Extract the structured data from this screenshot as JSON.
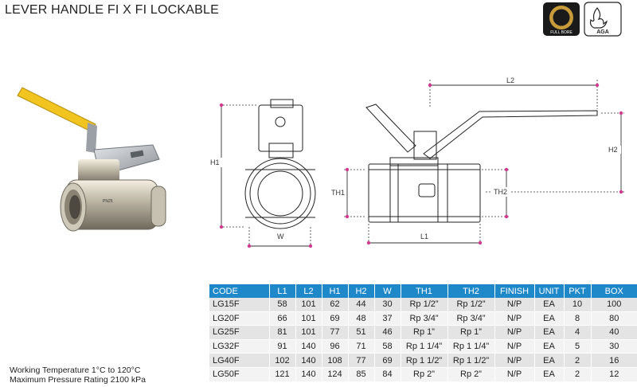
{
  "title": "LEVER HANDLE FI X FI LOCKABLE",
  "logos": {
    "left_text": "FULL BORE",
    "right_text": "AGA"
  },
  "drawing": {
    "labels": {
      "h1": "H1",
      "w": "W",
      "th1": "TH1",
      "th2": "TH2",
      "l1": "L1",
      "l2": "L2",
      "h2": "H2"
    }
  },
  "valve_marking": "PN25",
  "table": {
    "headers": [
      "CODE",
      "L1",
      "L2",
      "H1",
      "H2",
      "W",
      "TH1",
      "TH2",
      "FINISH",
      "UNIT",
      "PKT",
      "BOX"
    ],
    "rows": [
      [
        "LG15F",
        "58",
        "101",
        "62",
        "44",
        "30",
        "Rp 1/2”",
        "Rp 1/2”",
        "N/P",
        "EA",
        "10",
        "100"
      ],
      [
        "LG20F",
        "66",
        "101",
        "69",
        "48",
        "37",
        "Rp 3/4”",
        "Rp 3/4”",
        "N/P",
        "EA",
        "8",
        "80"
      ],
      [
        "LG25F",
        "81",
        "101",
        "77",
        "51",
        "46",
        "Rp 1”",
        "Rp 1”",
        "N/P",
        "EA",
        "4",
        "40"
      ],
      [
        "LG32F",
        "91",
        "140",
        "96",
        "71",
        "58",
        "Rp 1 1/4”",
        "Rp 1 1/4”",
        "N/P",
        "EA",
        "5",
        "30"
      ],
      [
        "LG40F",
        "102",
        "140",
        "108",
        "77",
        "69",
        "Rp 1 1/2”",
        "Rp 1 1/2”",
        "N/P",
        "EA",
        "2",
        "16"
      ],
      [
        "LG50F",
        "121",
        "140",
        "124",
        "85",
        "84",
        "Rp 2”",
        "Rp 2”",
        "N/P",
        "EA",
        "2",
        "12"
      ]
    ]
  },
  "notes": {
    "working_temperature": "Working Temperature  1°C to 120°C",
    "max_pressure": "Maximum Pressure Rating  2100 kPa"
  },
  "colors": {
    "header_blue": "#1f88c9",
    "handle_yellow": "#f2c41f",
    "logo_gold": "#c79a3a"
  }
}
